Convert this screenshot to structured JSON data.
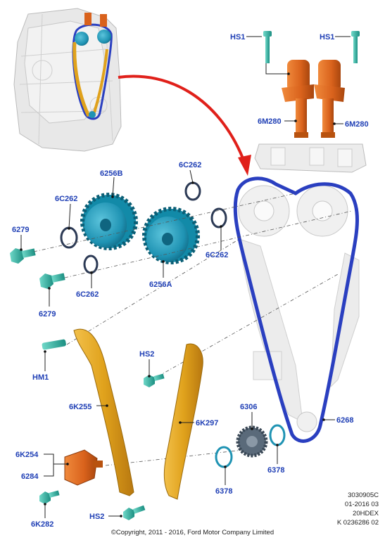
{
  "labels": {
    "hs1_left": "HS1",
    "hs1_right": "HS1",
    "m6m280_left": "6M280",
    "m6m280_right": "6M280",
    "c6c262_top": "6C262",
    "b6256": "6256B",
    "c6c262_left": "6C262",
    "n6279_top": "6279",
    "c6c262_right": "6C262",
    "c6c262_bottom": "6C262",
    "a6256": "6256A",
    "n6279_bottom": "6279",
    "hm1": "HM1",
    "hs2_mid": "HS2",
    "k6k255": "6K255",
    "k6k297": "6K297",
    "n6306": "6306",
    "n6268": "6268",
    "k6k254": "6K254",
    "n6284": "6284",
    "n6378_right": "6378",
    "n6378_left": "6378",
    "k6k282": "6K282",
    "hs2_bottom": "HS2"
  },
  "info": {
    "line1": "3030905C",
    "line2": "01-2016 03",
    "line3": "20HDEX",
    "line4": "K 0236286 02"
  },
  "copyright": "©Copyright, 2011 - 2016, Ford Motor Company Limited",
  "colors": {
    "label": "#1f3fb5",
    "chain": "#2a3fc0",
    "guide": "#e0a21c",
    "sprocket": "#1f93b3",
    "solenoid": "#d9621c",
    "bolt": "#2ab0a0",
    "arrow": "#e0201a"
  }
}
